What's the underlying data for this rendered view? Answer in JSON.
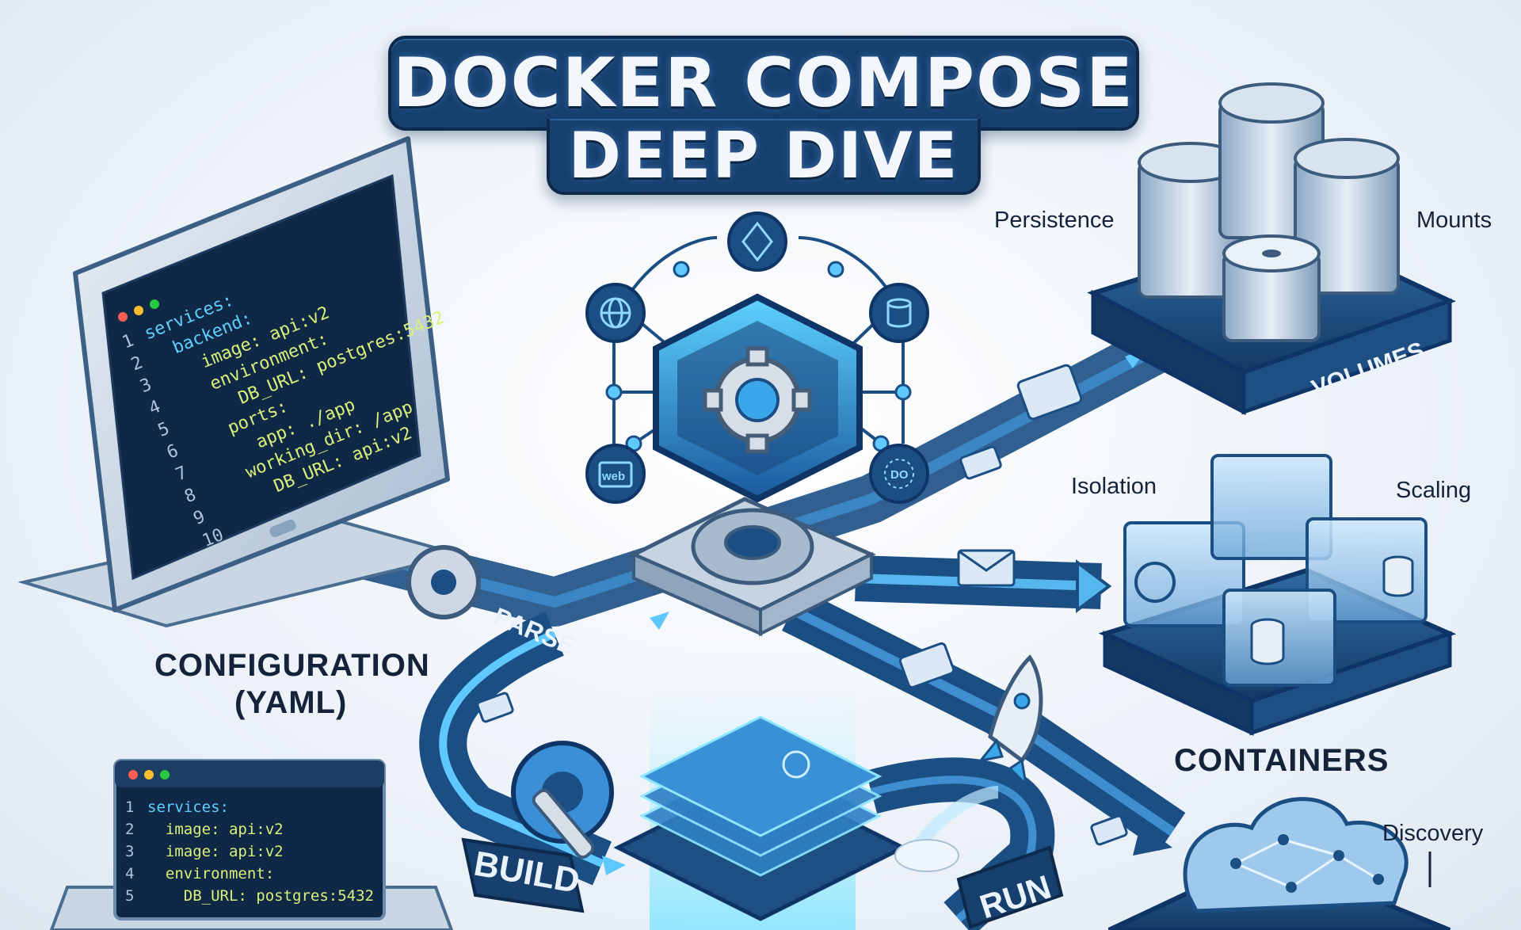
{
  "title": {
    "line1": "DOCKER COMPOSE",
    "line2": "DEEP DIVE"
  },
  "labels": {
    "persistence": "Persistence",
    "mounts": "Mounts",
    "volumes": "VOLUMES",
    "isolation": "Isolation",
    "scaling": "Scaling",
    "containers": "CONTAINERS",
    "discovery": "Discovery",
    "config_line1": "CONFIGURATION",
    "config_line2": "(YAML)",
    "parse": "PARSE",
    "build": "BUILD",
    "run": "RUN",
    "web_node": "web",
    "do_node": "DO"
  },
  "editor_large": {
    "lines": [
      {
        "n": "1",
        "text": "services:"
      },
      {
        "n": "2",
        "text": "  backend:"
      },
      {
        "n": "3",
        "text": "    image: api:v2"
      },
      {
        "n": "4",
        "text": "    environment:"
      },
      {
        "n": "5",
        "text": "      DB_URL: postgres:5432"
      },
      {
        "n": "6",
        "text": "    ports:"
      },
      {
        "n": "7",
        "text": "      app: ./app"
      },
      {
        "n": "8",
        "text": "    working_dir: /app"
      },
      {
        "n": "9",
        "text": "      DB_URL: api:v2"
      },
      {
        "n": "10",
        "text": ""
      }
    ]
  },
  "editor_small": {
    "lines": [
      {
        "n": "1",
        "text": "services:"
      },
      {
        "n": "2",
        "text": "  image: api:v2"
      },
      {
        "n": "3",
        "text": "  image: api:v2"
      },
      {
        "n": "4",
        "text": "  environment:"
      },
      {
        "n": "5",
        "text": "    DB_URL: postgres:5432"
      }
    ]
  },
  "colors": {
    "navy": "#17406f",
    "accent": "#2aa4e6",
    "glow": "#6fe3ff",
    "screen": "#0f2845",
    "platform": "#1e4f82"
  }
}
